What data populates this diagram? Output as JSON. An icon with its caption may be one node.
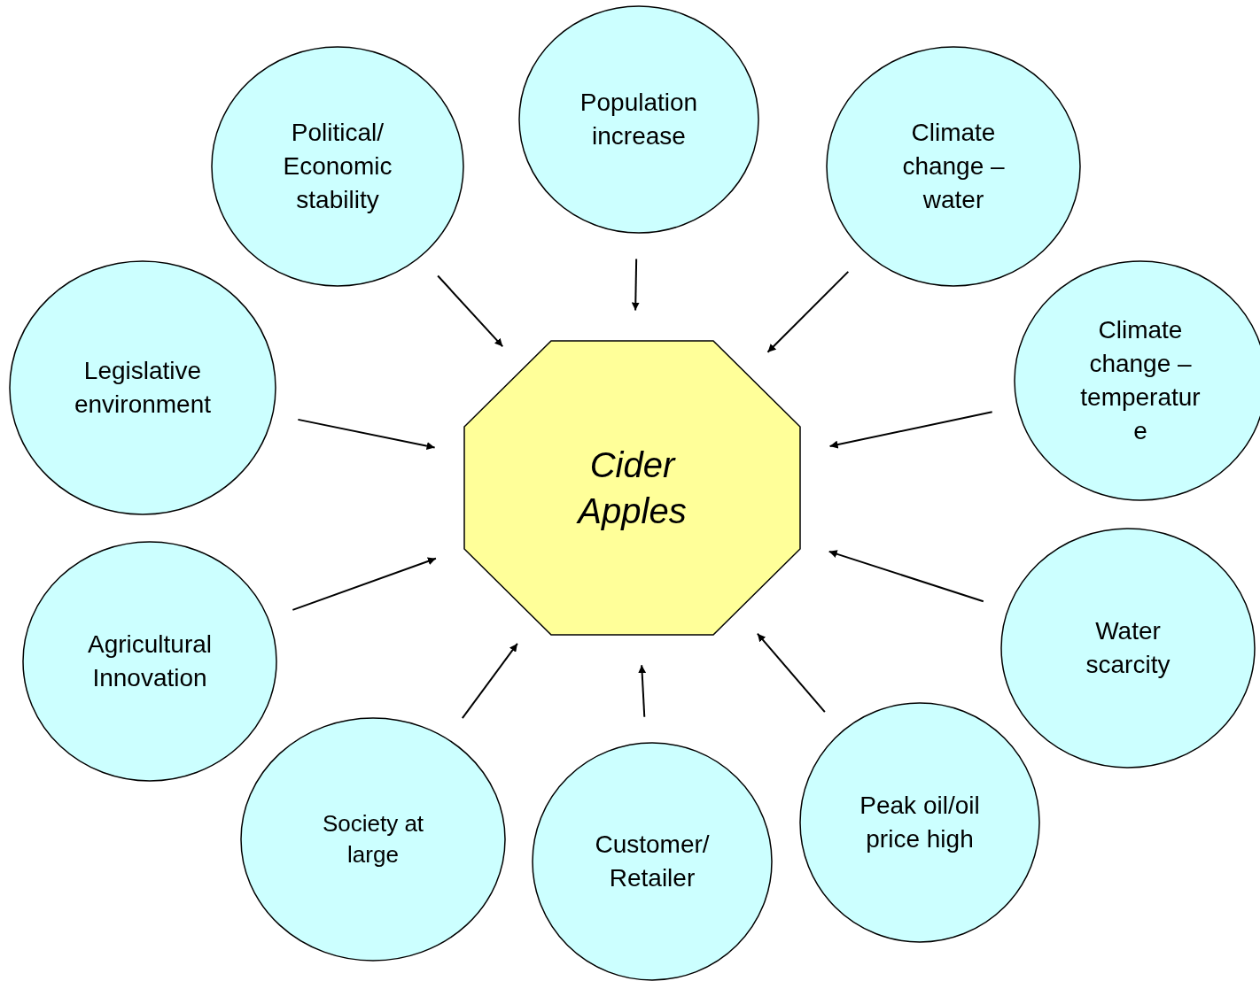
{
  "diagram": {
    "nodes": [
      {
        "text": [
          "Cider Apples"
        ]
      },
      {
        "text": [
          "Political/ Economic stability"
        ]
      },
      {
        "text": [
          "Population increase"
        ]
      },
      {
        "text": [
          "Climate change – water"
        ]
      },
      {
        "text": [
          "Climate change – temperature"
        ]
      },
      {
        "text": [
          "Legislative environment"
        ]
      },
      {
        "text": [
          "Agricultural Innovation"
        ]
      },
      {
        "text": [
          "Society at large"
        ]
      },
      {
        "text": [
          "Customer/ Retailer"
        ]
      },
      {
        "text": [
          "Peak oil/oil price high"
        ]
      },
      {
        "text": [
          "Water scarcity"
        ]
      }
    ],
    "edges": [
      {
        "from": 1,
        "to": 0,
        "arrow": "to"
      },
      {
        "from": 2,
        "to": 0,
        "arrow": "to"
      },
      {
        "from": 3,
        "to": 0,
        "arrow": "to"
      },
      {
        "from": 4,
        "to": 0,
        "arrow": "to"
      },
      {
        "from": 5,
        "to": 0,
        "arrow": "to"
      },
      {
        "from": 6,
        "to": 0,
        "arrow": "to"
      },
      {
        "from": 7,
        "to": 0,
        "arrow": "to"
      },
      {
        "from": 8,
        "to": 0,
        "arrow": "to"
      },
      {
        "from": 9,
        "to": 0,
        "arrow": "to"
      },
      {
        "from": 10,
        "to": 0,
        "arrow": "to"
      }
    ]
  }
}
